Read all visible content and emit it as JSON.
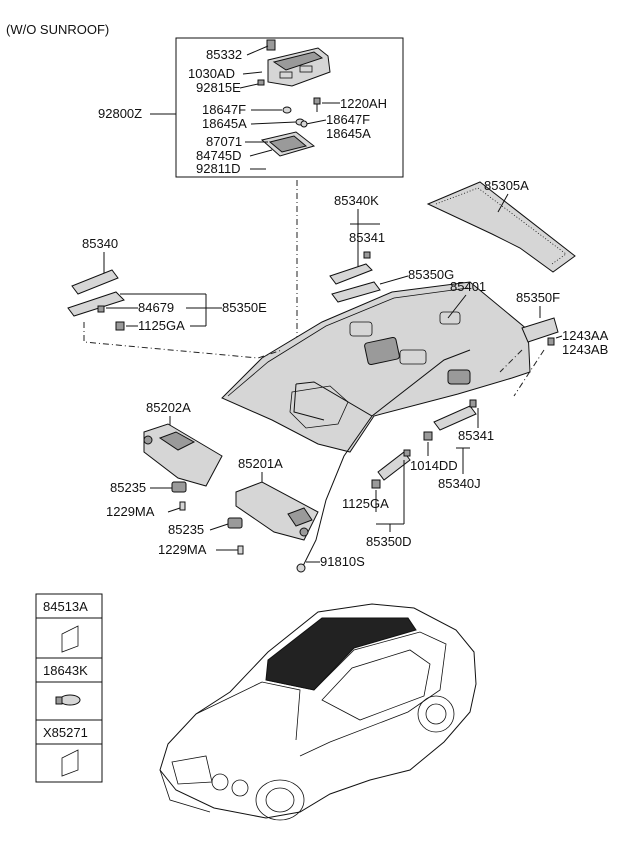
{
  "variant_note": "(W/O SUNROOF)",
  "console_group": {
    "group_code": "92800Z",
    "parts": [
      {
        "code": "85332"
      },
      {
        "code": "1030AD"
      },
      {
        "code": "92815E"
      },
      {
        "code": "18647F"
      },
      {
        "code": "18645A"
      },
      {
        "code": "1220AH"
      },
      {
        "code": "18647F"
      },
      {
        "code": "18645A"
      },
      {
        "code": "87071"
      },
      {
        "code": "84745D"
      },
      {
        "code": "92811D"
      }
    ]
  },
  "main_labels": {
    "l85340K": "85340K",
    "l85341a": "85341",
    "l85350G": "85350G",
    "l85305A": "85305A",
    "l85401": "85401",
    "l85350F": "85350F",
    "l1243AA": "1243AA",
    "l1243AB": "1243AB",
    "l85340": "85340",
    "l84679": "84679",
    "l85350E": "85350E",
    "l1125GAa": "1125GA",
    "l85202A": "85202A",
    "l85201A": "85201A",
    "l85341b": "85341",
    "l1014DD": "1014DD",
    "l85340J": "85340J",
    "l85235a": "85235",
    "l1229MAa": "1229MA",
    "l85235b": "85235",
    "l1229MAb": "1229MA",
    "l1125GAb": "1125GA",
    "l85350D": "85350D",
    "l91810S": "91810S"
  },
  "legend": {
    "items": [
      {
        "code": "84513A",
        "icon": "square-pad-icon"
      },
      {
        "code": "18643K",
        "icon": "bulb-icon"
      },
      {
        "code": "X85271",
        "icon": "square-pad-icon"
      }
    ]
  }
}
